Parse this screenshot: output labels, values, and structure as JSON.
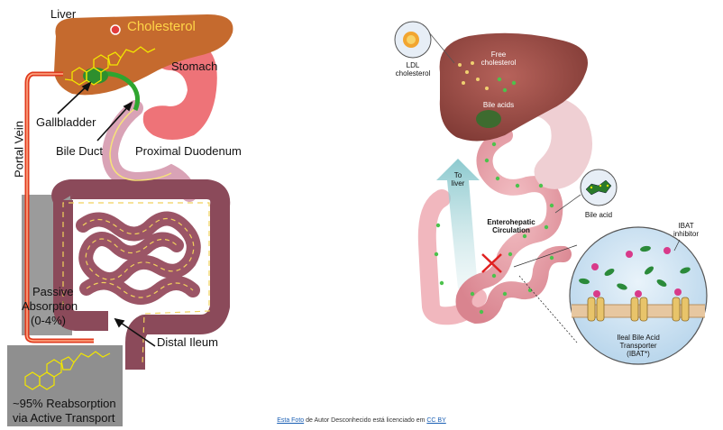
{
  "left_labels": {
    "liver": "Liver",
    "cholesterol": "Cholesterol",
    "stomach": "Stomach",
    "gallbladder": "Gallbladder",
    "bile_duct": "Bile Duct",
    "proximal_duodenum": "Proximal Duodenum",
    "portal_vein": "Portal Vein",
    "passive_line1": "Passive",
    "passive_line2": "Absorption",
    "passive_line3": "(0-4%)",
    "distal_ileum": "Distal Ileum",
    "reabsorption_line1": "~95% Reabsorption",
    "reabsorption_line2": "via Active Transport"
  },
  "right_labels": {
    "ldl_line1": "LDL",
    "ldl_line2": "cholesterol",
    "free_line1": "Free",
    "free_line2": "cholesterol",
    "bile_acids": "Bile acids",
    "to_liver_line1": "To",
    "to_liver_line2": "liver",
    "entero_line1": "Enterohepatic",
    "entero_line2": "Circulation",
    "bile_acid": "Bile acid",
    "ibat_inh_line1": "IBAT",
    "ibat_inh_line2": "inhibitor",
    "transporter_line1": "Ileal Bile Acid",
    "transporter_line2": "Transporter",
    "transporter_line3": "(IBAT*)"
  },
  "caption": {
    "link1": "Esta Foto",
    "mid": " de Autor Desconhecido está licenciado em ",
    "link2": "CC BY"
  },
  "colors": {
    "liver": "#c56a2e",
    "stomach": "#ee7378",
    "intestine": "#8b4a5a",
    "portal_vein": "#e03a1e",
    "bile_duct": "#2fa52f",
    "molecule": "#f2e600",
    "gray_box": "#8a8a8a",
    "right_liver": "#9a4a45",
    "right_gut": "#e8a0a8",
    "green_dot": "#4cc24c"
  }
}
